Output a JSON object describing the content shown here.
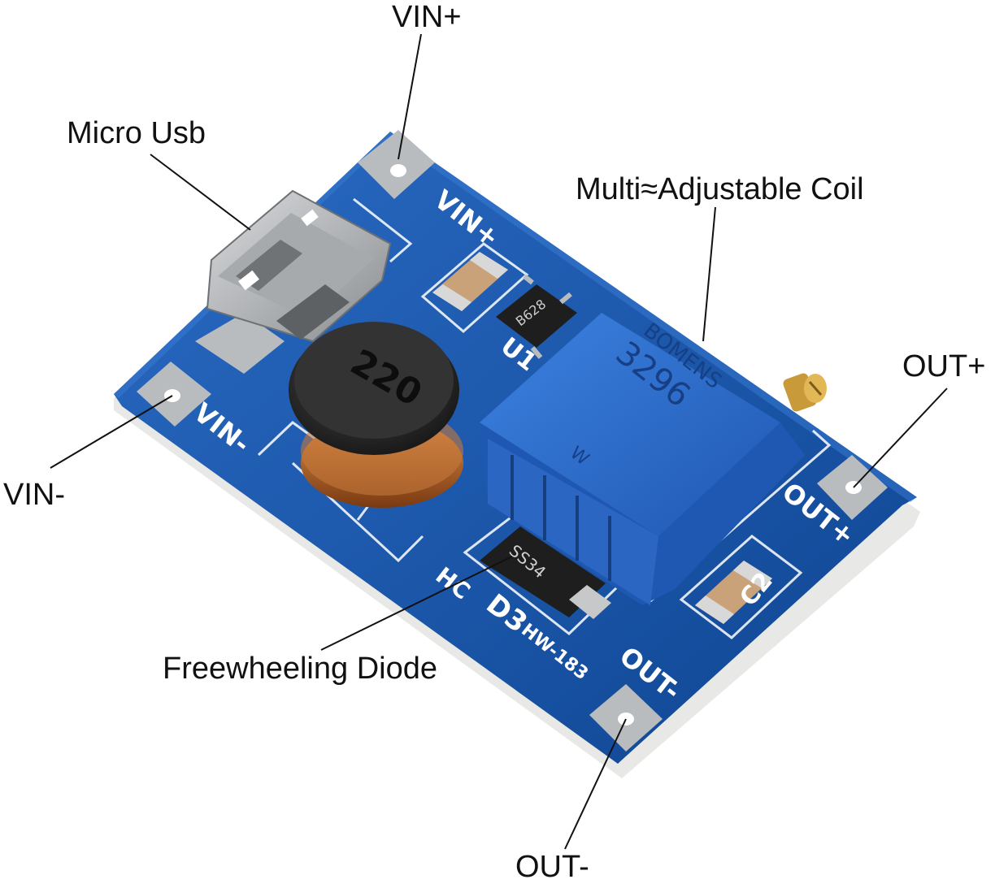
{
  "callouts": {
    "vin_plus": "VIN+",
    "micro_usb": "Micro Usb",
    "coil": "Multi≈Adjustable Coil",
    "out_plus": "OUT+",
    "vin_minus": "VIN-",
    "diode": "Freewheeling Diode",
    "out_minus": "OUT-"
  },
  "silkscreen": {
    "vin_plus": "VIN+",
    "vin_minus": "VIN-",
    "out_plus": "OUT+",
    "out_minus": "OUT-",
    "u1": "U1",
    "d3": "D3",
    "hc": "HC",
    "model": "HW-183",
    "c2": "C2"
  },
  "components": {
    "inductor_marking": "220",
    "chip_marking": "B628",
    "diode_marking": "SS34",
    "pot_brand": "BOMENS",
    "pot_code": "3296",
    "pot_value": "W"
  },
  "colors": {
    "pcb": "#1a5bb0",
    "pcb_dark": "#0f3f85",
    "pad": "#b9bcbf",
    "pot": "#2d6fd1",
    "copper": "#b8672a"
  }
}
